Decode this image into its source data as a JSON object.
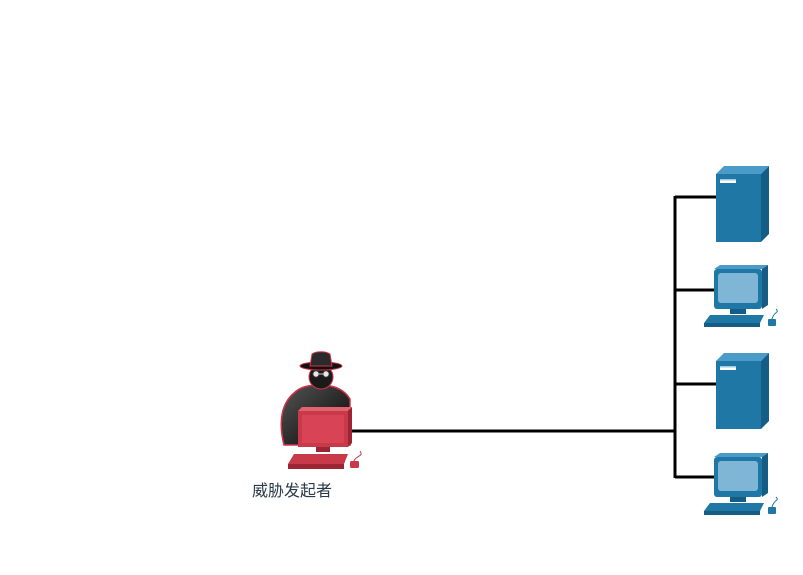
{
  "attacker": {
    "label": "威胁发起者",
    "icon": "hacker-at-computer-icon",
    "color": "#c8394a"
  },
  "devices": [
    {
      "type": "server",
      "icon": "server-icon"
    },
    {
      "type": "desktop",
      "icon": "desktop-computer-icon"
    },
    {
      "type": "server",
      "icon": "server-icon"
    },
    {
      "type": "desktop",
      "icon": "desktop-computer-icon"
    }
  ],
  "colors": {
    "device": "#1f77a6",
    "device_dark": "#155d85",
    "device_light": "#7fb6d6",
    "link": "#000000"
  }
}
